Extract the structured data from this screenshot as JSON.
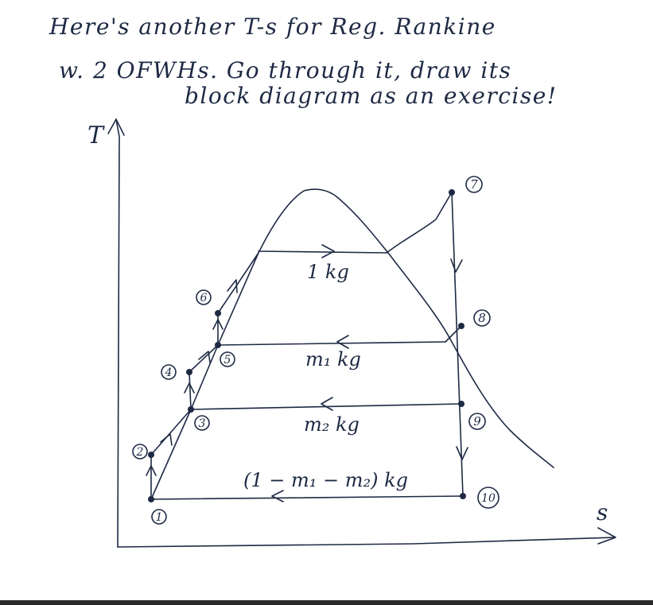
{
  "note": {
    "line1": "Here's another T-s for Reg. Rankine",
    "line2": "w. 2   OFWHs. Go through it, draw its",
    "line3": "block diagram as an exercise!"
  },
  "axes": {
    "y_label": "T",
    "x_label": "s"
  },
  "states": [
    "1",
    "2",
    "3",
    "4",
    "5",
    "6",
    "7",
    "8",
    "9",
    "10"
  ],
  "flows": {
    "top": "1 kg",
    "upper": "m₁ kg",
    "middle": "m₂ kg",
    "bottom": "(1 − m₁ − m₂) kg"
  },
  "colors": {
    "ink": "#1e2a44",
    "paper": "#ffffff"
  }
}
